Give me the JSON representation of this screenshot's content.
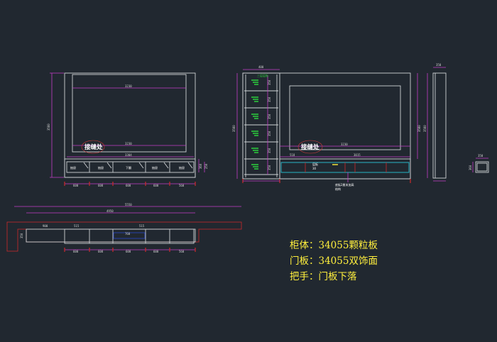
{
  "notes": {
    "line1": "柜体：34055颗粒板",
    "line2": "门板：34055双饰面",
    "line3": "把手：门板下落"
  },
  "front_view": {
    "callout": "接缝处",
    "dims": {
      "width_top": "3230",
      "width_mid": "3230",
      "width_base": "3304",
      "height_left": "3580",
      "seg1": "600",
      "seg2": "608",
      "seg3": "600",
      "seg4": "600",
      "seg5": "560",
      "right_small_1": "360",
      "right_small_2": "250"
    },
    "drawer_labels": [
      "抽屉",
      "抽屉",
      "下翻",
      "抽屉",
      "抽屉"
    ]
  },
  "side_view": {
    "callout": "接缝处",
    "dims": {
      "top": "400",
      "height_left": "3580",
      "inner_width": "3230",
      "right_height": "3580",
      "base_left": "518",
      "base_mid": "3015",
      "shelf_marks": [
        "350",
        "350",
        "350",
        "350",
        "350",
        "350"
      ]
    },
    "texts": {
      "top_label": "三层层板",
      "mid_label": "层板",
      "mid_val": "30",
      "bottom_note_1": "底板2厘米加高",
      "bottom_note_2": "结构"
    }
  },
  "profile_view": {
    "dims": {
      "top": "350",
      "height": "3580"
    }
  },
  "tiny_view": {
    "dims": {
      "top": "350",
      "side": "360"
    }
  },
  "plan_view": {
    "dims": {
      "overall_outer": "5550",
      "overall_inner": "4950",
      "left_seg": "900",
      "top_seg": "515",
      "mid_seg": "760",
      "right_seg": "515",
      "side_depth": "350",
      "segs_bottom": [
        "600",
        "608",
        "600",
        "600",
        "560"
      ]
    }
  },
  "colors": {
    "background": "#212830",
    "dimension": "#c33cc8",
    "outline": "#cfd3d6",
    "note": "#ffef3d",
    "shelf_marker": "#2bd13c",
    "highlight": "#2ac2d6",
    "accent_red": "#cf2a2a"
  }
}
